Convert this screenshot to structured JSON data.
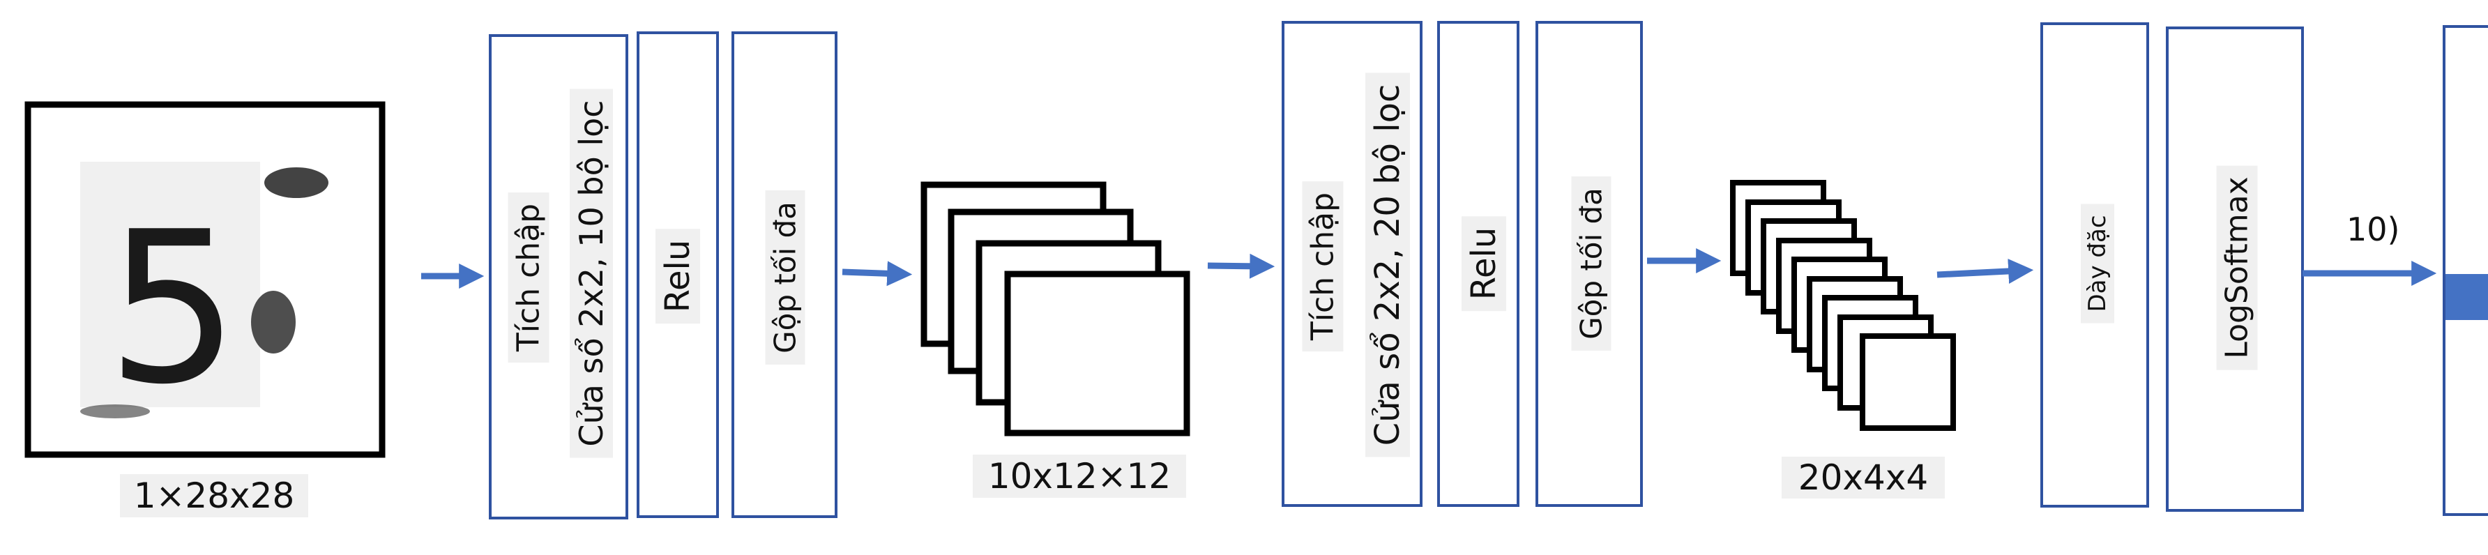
{
  "input": {
    "digit": "5",
    "shape_label": "1×28x28"
  },
  "conv1": {
    "line1": "Tích chập",
    "line2": "Cửa sổ 2x2, 10 bộ lọc"
  },
  "relu1": {
    "label": "Relu"
  },
  "pool1": {
    "label": "Gộp tối đa"
  },
  "feat1": {
    "label": "10x12×12"
  },
  "conv2": {
    "line1": "Tích chập",
    "line2": "Cửa sổ 2x2, 20 bộ lọc"
  },
  "relu2": {
    "label": "Relu"
  },
  "pool2": {
    "label": "Gộp tối đa"
  },
  "feat2": {
    "label": "20x4x4"
  },
  "dense": {
    "label": "Dày đặc"
  },
  "logsoftmax": {
    "label": "LogSoftmax"
  },
  "output": {
    "label": "10)"
  },
  "colors": {
    "box_border": "#2f52a0",
    "arrow": "#4472c4",
    "output_fill": "#4472c4"
  }
}
